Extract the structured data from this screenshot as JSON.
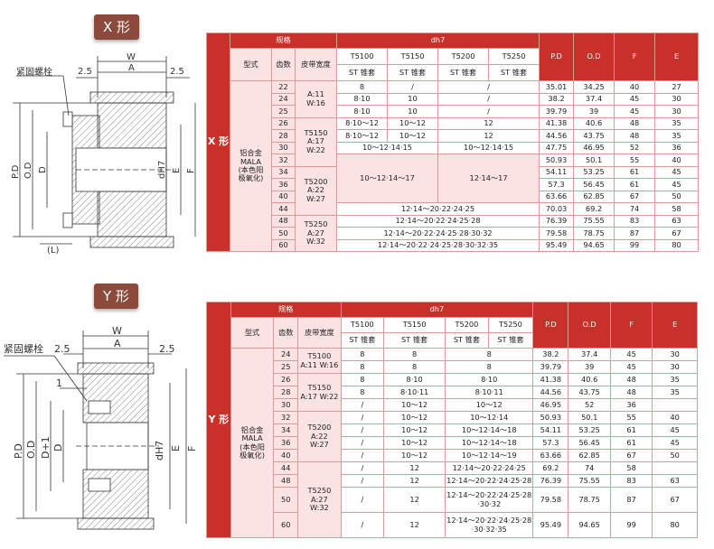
{
  "sections": [
    {
      "badge": "X 形",
      "side_label": "X\n形",
      "head": {
        "spec": "规格",
        "dh7": "dh7",
        "type": "型式",
        "teeth": "齿数",
        "width": "皮带宽度",
        "t5100": "T5100",
        "t5150": "T5150",
        "t5200": "T5200",
        "t5250": "T5250",
        "st": "ST 锥套",
        "pd": "P.D",
        "od": "O.D",
        "f": "F",
        "e": "E"
      },
      "material": "铝合金\nMALA\n(本色阳\n极氧化)",
      "widths": [
        "A:11\nW:16",
        "T5150\nA:17\nW:22",
        "T5200\nA:22\nW:27",
        "T5250\nA:27\nW:32"
      ],
      "rows": [
        {
          "teeth": "22",
          "pd": "35.01",
          "od": "34.25",
          "f": "40",
          "e": "27"
        },
        {
          "teeth": "24",
          "pd": "38.2",
          "od": "37.4",
          "f": "45",
          "e": "30"
        },
        {
          "teeth": "25",
          "pd": "39.79",
          "od": "39",
          "f": "45",
          "e": "30"
        },
        {
          "teeth": "26",
          "pd": "41.38",
          "od": "40.6",
          "f": "48",
          "e": "35"
        },
        {
          "teeth": "28",
          "pd": "44.56",
          "od": "43.75",
          "f": "48",
          "e": "35"
        },
        {
          "teeth": "30",
          "pd": "47.75",
          "od": "46.95",
          "f": "52",
          "e": "36"
        },
        {
          "teeth": "32",
          "pd": "50.93",
          "od": "50.1",
          "f": "55",
          "e": "40"
        },
        {
          "teeth": "34",
          "pd": "54.11",
          "od": "53.25",
          "f": "61",
          "e": "45"
        },
        {
          "teeth": "36",
          "pd": "57.3",
          "od": "56.45",
          "f": "61",
          "e": "45"
        },
        {
          "teeth": "40",
          "pd": "63.66",
          "od": "62.85",
          "f": "67",
          "e": "50"
        },
        {
          "teeth": "44",
          "pd": "70.03",
          "od": "69.2",
          "f": "74",
          "e": "58"
        },
        {
          "teeth": "48",
          "pd": "76.39",
          "od": "75.55",
          "f": "83",
          "e": "63"
        },
        {
          "teeth": "50",
          "pd": "79.58",
          "od": "78.75",
          "f": "87",
          "e": "67"
        },
        {
          "teeth": "60",
          "pd": "95.49",
          "od": "94.65",
          "f": "99",
          "e": "80"
        }
      ],
      "bores": {
        "r0": [
          "8",
          "/",
          "/"
        ],
        "r1": [
          "8·10",
          "10",
          "/"
        ],
        "r2": [
          "8·10",
          "10",
          "/"
        ],
        "r3": [
          "8·10～12",
          "10～12",
          "12"
        ],
        "r4": [
          "8·10～12",
          "10～12",
          "12"
        ],
        "r5": [
          "10～12·14·15",
          "10～12·14·15"
        ],
        "r6": [
          "10～12·14～17",
          "12·14～17"
        ],
        "r10": "12·14～20·22·24·25",
        "r11": "12·14～20·22·24·25·28",
        "r12": "12·14～20·22·24·25·28·30·32",
        "r13": "12·14～20·22·24·25·28·30·32·35"
      }
    },
    {
      "badge": "Y 形",
      "side_label": "Y\n形",
      "material": "铝合金\nMALA\n(本色阳\n极氧化)",
      "widths": [
        "T5100\nA:11 W:16",
        "T5150\nA:17 W:22",
        "T5200\nA:22\nW:27",
        "T5250\nA:27\nW:32"
      ],
      "rows": [
        {
          "teeth": "24",
          "pd": "38.2",
          "od": "37.4",
          "f": "45",
          "e": "30",
          "b": [
            "8",
            "8",
            "8"
          ]
        },
        {
          "teeth": "25",
          "pd": "39.79",
          "od": "39",
          "f": "45",
          "e": "30",
          "b": [
            "8",
            "8",
            "8"
          ]
        },
        {
          "teeth": "26",
          "pd": "41.38",
          "od": "40.6",
          "f": "48",
          "e": "35",
          "b": [
            "8",
            "8·10",
            "8·10"
          ]
        },
        {
          "teeth": "28",
          "pd": "44.56",
          "od": "43.75",
          "f": "48",
          "e": "35",
          "b": [
            "8",
            "8·10·11",
            "8·10·11"
          ]
        },
        {
          "teeth": "30",
          "pd": "46.95",
          "od": "52",
          "f": "36",
          "e": "",
          "b": [
            "/",
            "10～12",
            "10～12"
          ]
        },
        {
          "teeth": "32",
          "pd": "50.93",
          "od": "50.1",
          "f": "55",
          "e": "40",
          "b": [
            "/",
            "10～12",
            "10～12·14"
          ]
        },
        {
          "teeth": "34",
          "pd": "54.11",
          "od": "53.25",
          "f": "61",
          "e": "45",
          "b": [
            "/",
            "10～12",
            "10～12·14～18"
          ]
        },
        {
          "teeth": "36",
          "pd": "57.3",
          "od": "56.45",
          "f": "61",
          "e": "45",
          "b": [
            "/",
            "10～12",
            "10～12·14～18"
          ]
        },
        {
          "teeth": "40",
          "pd": "63.66",
          "od": "62.85",
          "f": "67",
          "e": "50",
          "b": [
            "/",
            "10～12",
            "10～12·14～19"
          ]
        },
        {
          "teeth": "44",
          "pd": "69.2",
          "od": "74",
          "f": "58",
          "e": "",
          "b": [
            "/",
            "12",
            "12·14～20·22·24·25"
          ]
        },
        {
          "teeth": "48",
          "pd": "76.39",
          "od": "75.55",
          "f": "83",
          "e": "63",
          "b": [
            "/",
            "12",
            "12·14～20·22·24·25·28"
          ]
        },
        {
          "teeth": "50",
          "pd": "79.58",
          "od": "78.75",
          "f": "87",
          "e": "67",
          "b": [
            "/",
            "12",
            "12·14～20·22·24·25·28\n·30·32"
          ]
        },
        {
          "teeth": "60",
          "pd": "95.49",
          "od": "94.65",
          "f": "99",
          "e": "80",
          "b": [
            "/",
            "12",
            "12·14～20·22·24·25·28\n·30·32·35"
          ]
        }
      ]
    }
  ],
  "drawing_labels": {
    "x": {
      "screw": "紧固螺栓",
      "w": "W",
      "a": "A",
      "gap_left": "2.5",
      "gap_right": "2.5",
      "pd": "P.D",
      "od": "O.D",
      "d": "D",
      "dh7": "dH7",
      "e": "E",
      "f": "F",
      "l": "(L)"
    },
    "y": {
      "screw": "紧固螺栓",
      "w": "W",
      "a": "A",
      "gap_left": "2.5",
      "gap_right": "2.5",
      "one": "1",
      "pd": "P.D",
      "od": "O.D",
      "d1": "D+1",
      "d": "D",
      "dh7": "dH7",
      "e": "E",
      "f": "F"
    }
  }
}
